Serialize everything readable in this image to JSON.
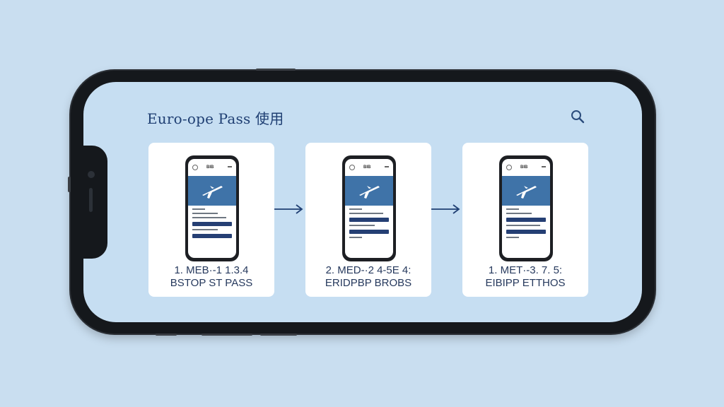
{
  "app": {
    "title": "Euro-ope Pass 使用"
  },
  "icons": {
    "search": "search-icon",
    "plane": "airplane-icon",
    "arrow": "arrow-right-icon"
  },
  "colors": {
    "background": "#c9def0",
    "screen": "#c6def2",
    "accent_blue": "#3f73a8",
    "title_navy": "#1f3f73",
    "button_navy": "#253f74"
  },
  "steps": [
    {
      "label": "1. MEB·-1 1.3.4",
      "subtitle": "BSTOP ST PASS",
      "mini_header": "BIB"
    },
    {
      "label": "2. MED-·2 4-5E 4:",
      "subtitle": "ERIDPBP BROBS",
      "mini_header": "BIB"
    },
    {
      "label": "1. MET·-3. 7. 5:",
      "subtitle": "EIBIPP ETTHOS",
      "mini_header": "BIB"
    }
  ]
}
